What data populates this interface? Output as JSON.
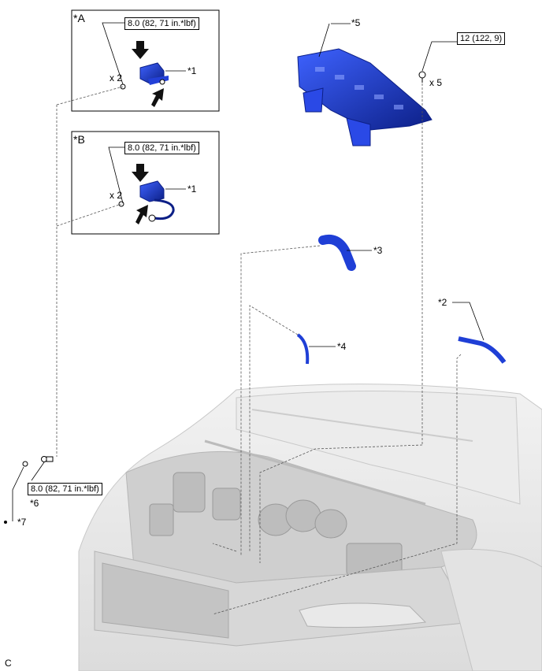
{
  "inset_a": {
    "title": "*A",
    "torque": "8.0 (82, 71 in.*lbf)",
    "qty": "x 2",
    "part": "*1"
  },
  "inset_b": {
    "title": "*B",
    "torque": "8.0 (82, 71 in.*lbf)",
    "qty": "x 2",
    "part": "*1"
  },
  "top": {
    "part_5": "*5",
    "torque_5": "12 (122, 9)",
    "qty_5": "x 5"
  },
  "callouts": {
    "part_3": "*3",
    "part_4": "*4",
    "part_2": "*2",
    "part_6": "*6",
    "part_7": "*7"
  },
  "bottom_torque": "8.0 (82, 71 in.*lbf)",
  "illustration_code": "C",
  "colors": {
    "part_blue": "#1f3fd6",
    "part_dark": "#0c1f86",
    "car_grey": "#e6e6e6",
    "line": "#000000"
  }
}
